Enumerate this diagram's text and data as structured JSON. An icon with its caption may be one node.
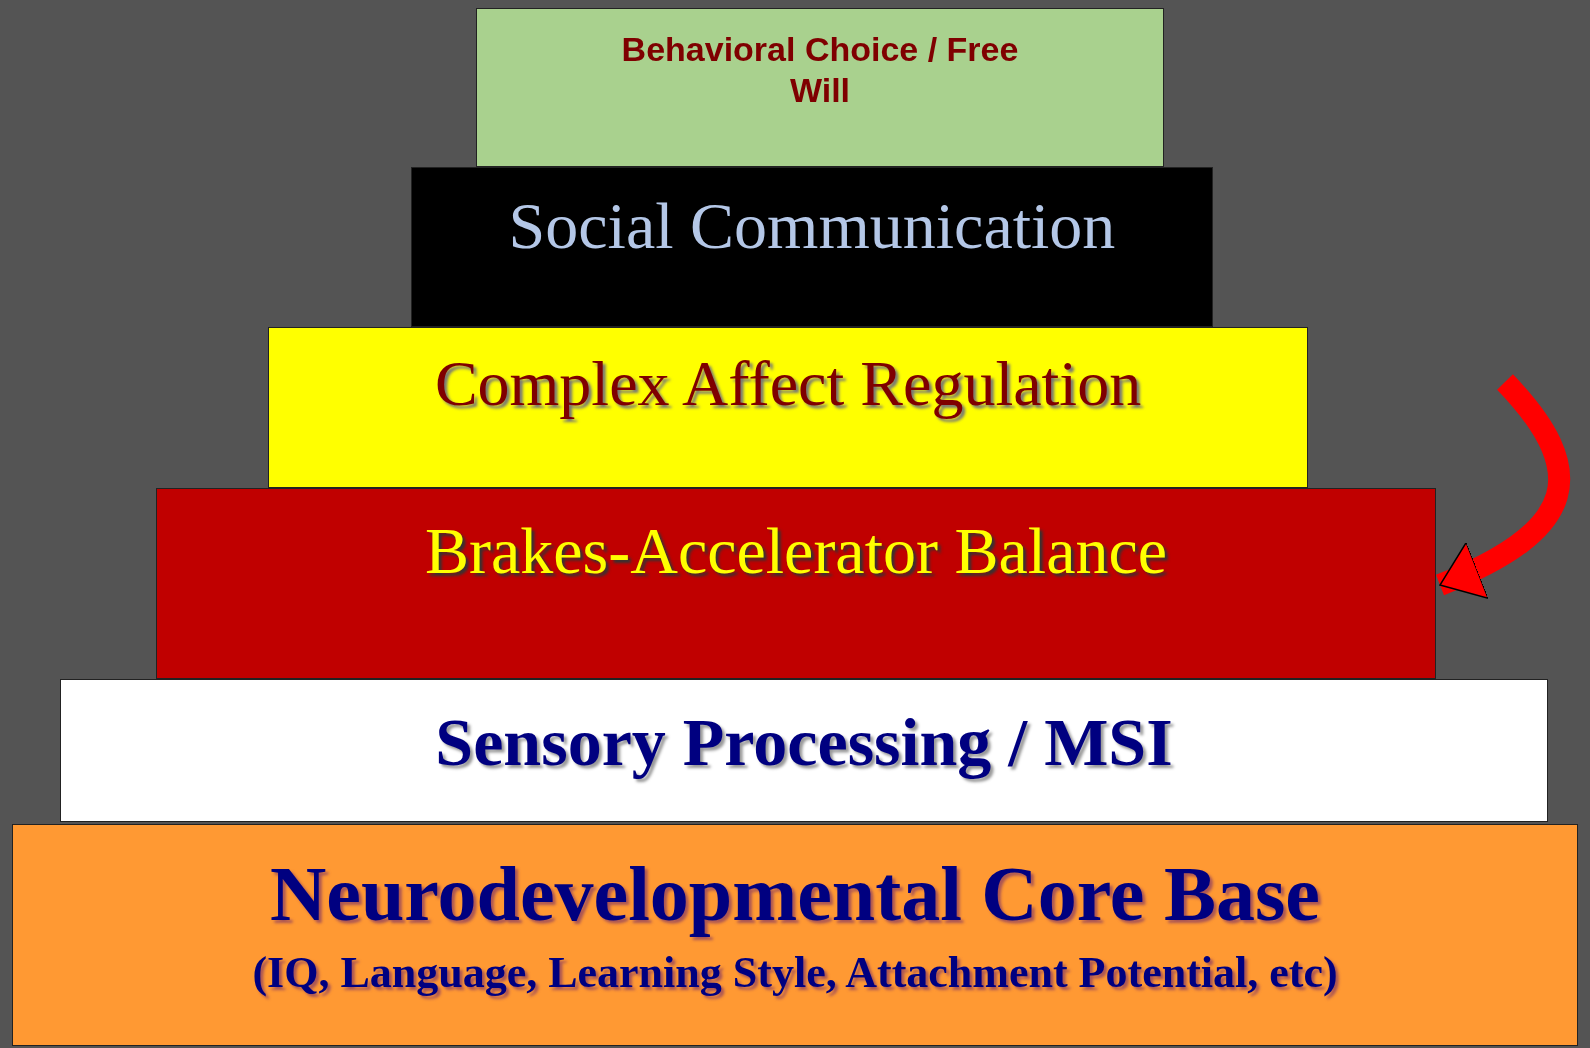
{
  "diagram": {
    "nodes": [
      {
        "text": [
          "Behavioral Choice / Free Will"
        ]
      },
      {
        "text": [
          "Social Communication"
        ]
      },
      {
        "text": [
          "Complex Affect Regulation"
        ]
      },
      {
        "text": [
          "Brakes-Accelerator Balance"
        ]
      },
      {
        "text": [
          "Sensory Processing / MSI"
        ]
      },
      {
        "text": [
          "Neurodevelopmental Core Base",
          "(IQ, Language, Learning Style, Attachment Potential, etc)"
        ]
      }
    ],
    "edges": [
      {
        "from": null,
        "to": 3,
        "arrow": "to"
      }
    ]
  }
}
